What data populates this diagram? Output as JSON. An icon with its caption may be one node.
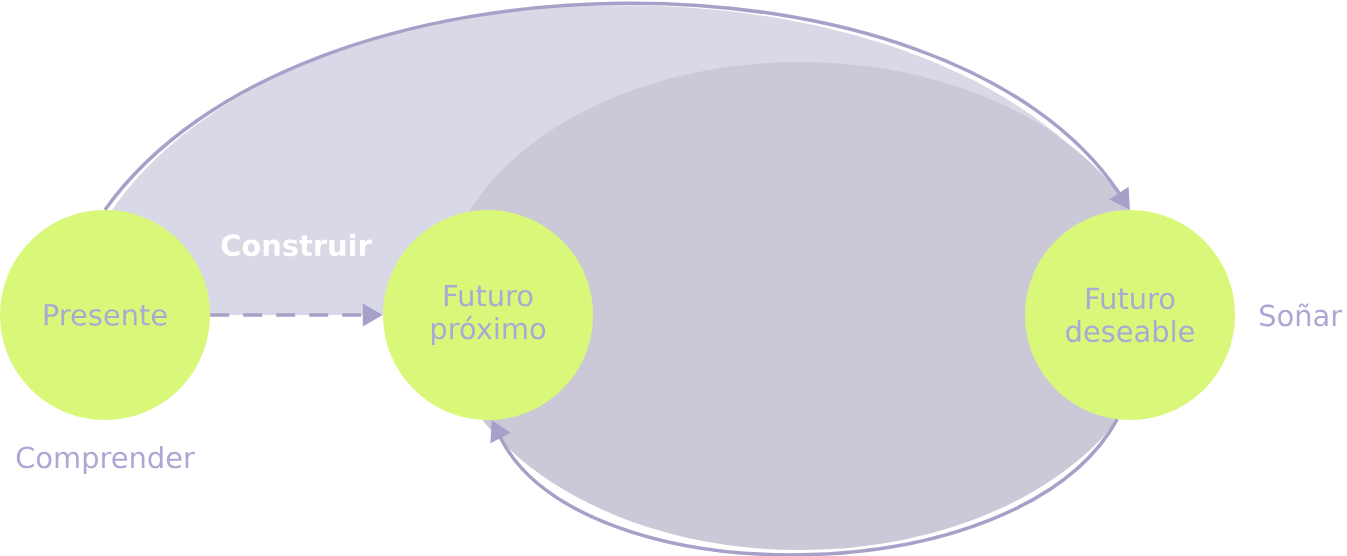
{
  "diagram": {
    "nodes": [
      {
        "text": [
          "Presente"
        ],
        "beside": [
          "Comprender"
        ]
      },
      {
        "text": [
          "Futuro próximo"
        ]
      },
      {
        "text": [
          "Futuro deseable"
        ],
        "beside": [
          "Soñar"
        ]
      }
    ],
    "edges": [
      {
        "from": 0,
        "to": 1,
        "arrow": "to",
        "style": "dashed",
        "label": "Construir"
      },
      {
        "from": 0,
        "to": 2,
        "arrow": "to"
      },
      {
        "from": 2,
        "to": 1,
        "arrow": "to"
      }
    ]
  }
}
